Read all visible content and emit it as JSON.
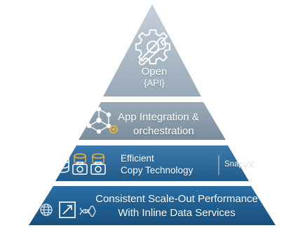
{
  "colors": {
    "tier1": "#a6b5c2",
    "tier2": "#8698a7",
    "tier3": "#2e6a9a",
    "tier4": "#1f5c8c",
    "icon": "#ffffff",
    "accent": "#f2b233"
  },
  "icons": {
    "api": "gear-wrench-icon",
    "integration": "network-orbit-icon",
    "copy": "database-camera-icon",
    "performance": [
      "globe-icon",
      "expand-arrow-icon",
      "dna-helix-icon"
    ]
  },
  "tiers": {
    "open": {
      "title": "Open",
      "subtitle": "{API}"
    },
    "integration": {
      "line1": "App Integration &",
      "line2": "orchestration"
    },
    "copy": {
      "line1": "Efficient",
      "line2": "Copy Technology",
      "badge": "SnapVX"
    },
    "performance": {
      "line1": "Consistent Scale-Out Performance",
      "line2": "With Inline Data Services"
    }
  }
}
